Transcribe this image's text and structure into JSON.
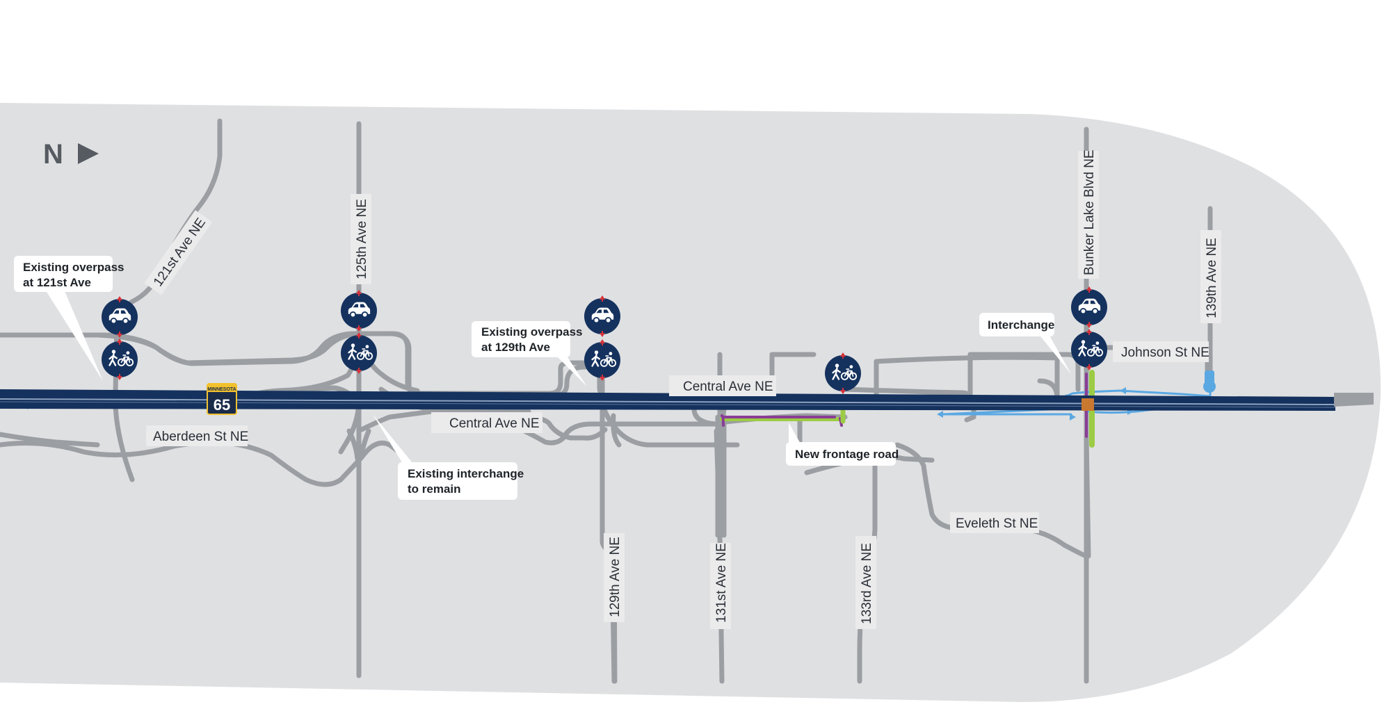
{
  "colors": {
    "background": "#ffffff",
    "area": "#dfe0e2",
    "road": "#9b9ea2",
    "highway": "#15325e",
    "highway_stripe": "#8fa3c0",
    "bike_path": "#5aa8e2",
    "frontage": "#8a3d96",
    "green": "#9ccc45",
    "label_box": "#ebebec",
    "icon_circle": "#15325e",
    "arrow_red": "#d6323a",
    "orange": "#c9782f",
    "shield_yellow": "#f2c12e",
    "north_arrow": "#555b61"
  },
  "north_arrow": {
    "letter": "N",
    "icon": "north-arrow-icon"
  },
  "highway_shield": {
    "top_text": "MINNESOTA",
    "number": "65"
  },
  "road_labels": {
    "ave_121": "121st Ave NE",
    "ave_125": "125th Ave NE",
    "ave_129": "129th Ave NE",
    "ave_131": "131st Ave NE",
    "ave_133": "133rd Ave NE",
    "ave_139": "139th Ave NE",
    "bunker": "Bunker Lake Blvd NE",
    "central_north": "Central Ave NE",
    "central_south": "Central Ave NE",
    "aberdeen": "Aberdeen St NE",
    "johnson": "Johnson St NE",
    "eveleth": "Eveleth St NE"
  },
  "callouts": {
    "overpass_121": [
      "Existing overpass",
      "at 121st Ave"
    ],
    "overpass_129": [
      "Existing overpass",
      "at 129th Ave"
    ],
    "interchange_remain": [
      "Existing interchange",
      "to remain"
    ],
    "frontage": [
      "New frontage road"
    ],
    "interchange": [
      "Interchange"
    ]
  },
  "icons": [
    {
      "name": "car-crossing-icon",
      "location": "121st Ave"
    },
    {
      "name": "ped-bike-crossing-icon",
      "location": "121st Ave"
    },
    {
      "name": "car-crossing-icon",
      "location": "125th Ave"
    },
    {
      "name": "ped-bike-crossing-icon",
      "location": "125th Ave"
    },
    {
      "name": "car-crossing-icon",
      "location": "129th Ave"
    },
    {
      "name": "ped-bike-crossing-icon",
      "location": "129th Ave"
    },
    {
      "name": "ped-bike-crossing-icon",
      "location": "133rd Ave"
    },
    {
      "name": "car-crossing-icon",
      "location": "Bunker Lake Blvd"
    },
    {
      "name": "ped-bike-crossing-icon",
      "location": "Bunker Lake Blvd"
    }
  ]
}
